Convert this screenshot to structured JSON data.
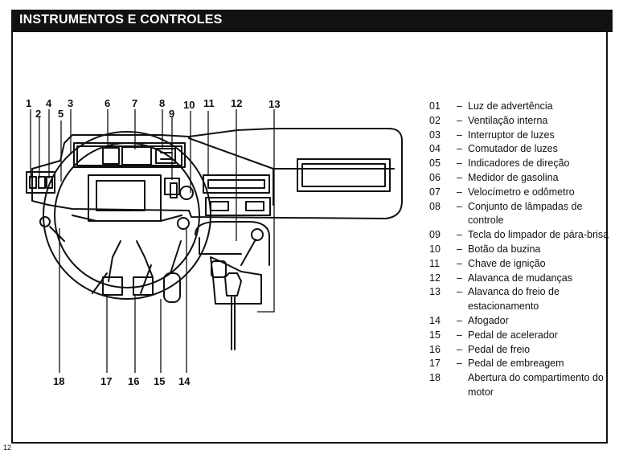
{
  "header": {
    "title": "INSTRUMENTOS E CONTROLES"
  },
  "callouts": [
    "1",
    "2",
    "3",
    "4",
    "5",
    "6",
    "7",
    "8",
    "9",
    "10",
    "11",
    "12",
    "13",
    "14",
    "15",
    "16",
    "17",
    "18"
  ],
  "legend": [
    {
      "num": "01",
      "text": "Luz de advertência"
    },
    {
      "num": "02",
      "text": "Ventilação interna"
    },
    {
      "num": "03",
      "text": "Interruptor de luzes"
    },
    {
      "num": "04",
      "text": "Comutador de luzes"
    },
    {
      "num": "05",
      "text": "Indicadores de direção"
    },
    {
      "num": "06",
      "text": "Medidor de gasolina"
    },
    {
      "num": "07",
      "text": "Velocímetro e odômetro"
    },
    {
      "num": "08",
      "text": "Conjunto de lâmpadas de controle"
    },
    {
      "num": "09",
      "text": "Tecla do limpador de pára-brisa"
    },
    {
      "num": "10",
      "text": "Botão da buzina"
    },
    {
      "num": "11",
      "text": "Chave de ignição"
    },
    {
      "num": "12",
      "text": "Alavanca de mudanças"
    },
    {
      "num": "13",
      "text": "Alavanca do freio de estacionamento"
    },
    {
      "num": "14",
      "text": "Afogador"
    },
    {
      "num": "15",
      "text": "Pedal de acelerador"
    },
    {
      "num": "16",
      "text": "Pedal de freio"
    },
    {
      "num": "17",
      "text": "Pedal de embreagem"
    },
    {
      "num": "18",
      "text": "Abertura do compartimento do motor"
    }
  ],
  "footer": {
    "page_number": "12"
  }
}
